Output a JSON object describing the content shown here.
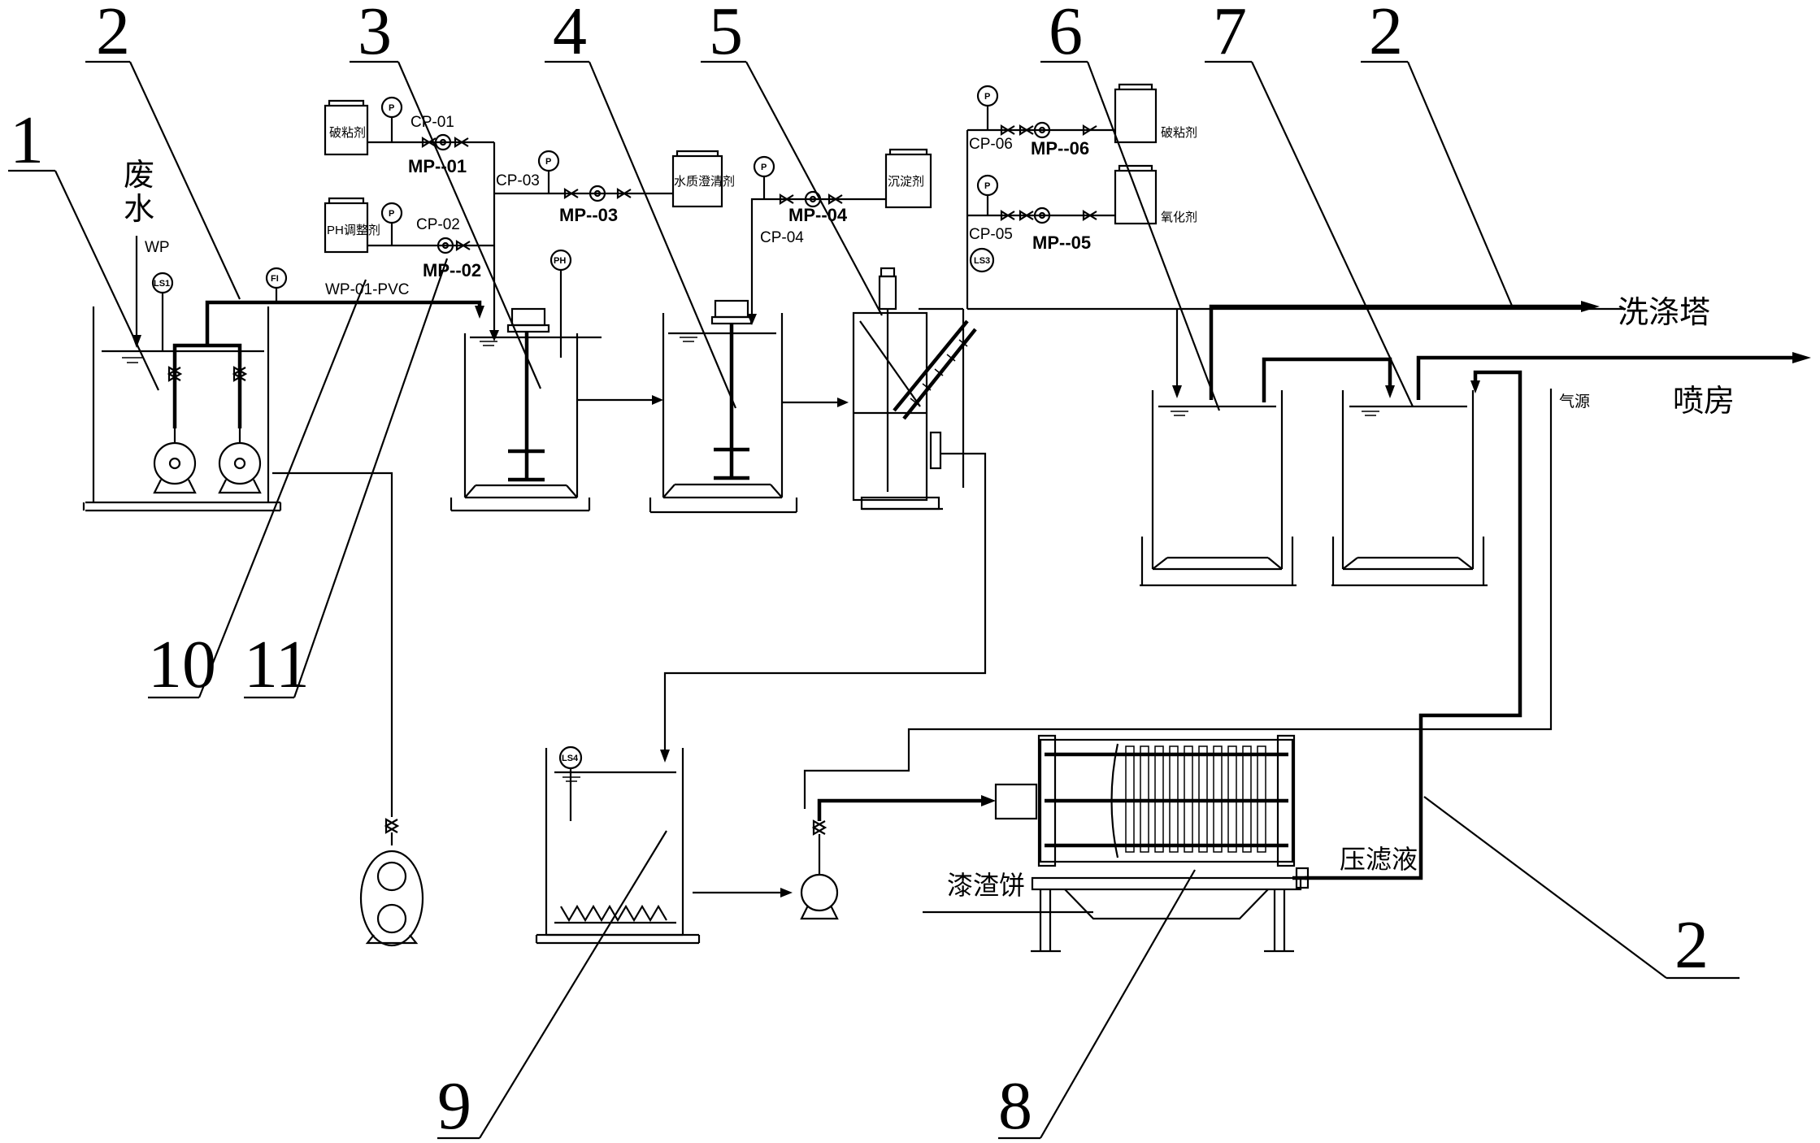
{
  "callouts": {
    "n1": "1",
    "n2a": "2",
    "n3": "3",
    "n4": "4",
    "n5": "5",
    "n6": "6",
    "n7": "7",
    "n2b": "2",
    "n2c": "2",
    "n8": "8",
    "n9": "9",
    "n10": "10",
    "n11": "11"
  },
  "labels": {
    "wastewater_1": "废",
    "wastewater_2": "水",
    "wp": "WP",
    "wp_pipe": "WP-01-PVC",
    "scrubber": "洗涤塔",
    "spray_booth": "喷房",
    "air_source": "气源",
    "filtrate": "压滤液",
    "paint_cake": "漆渣饼"
  },
  "dosing": {
    "cp01": "CP-01",
    "mp01": "MP--01",
    "cp02": "CP-02",
    "mp02": "MP--02",
    "cp03": "CP-03",
    "mp03": "MP--03",
    "cp04": "CP-04",
    "mp04": "MP--04",
    "cp05": "CP-05",
    "mp05": "MP--05",
    "cp06": "CP-06",
    "mp06": "MP--06"
  },
  "tanks": {
    "t_debond_1": "破粘剂",
    "t_ph": "PH调整剂",
    "t_clarifier": "水质澄清剂",
    "t_settler": "沉淀剂",
    "t_debond_2": "破粘剂",
    "t_oxidizer": "氧化剂"
  },
  "gauges": {
    "ls1": "LS1",
    "ls3": "LS3",
    "ls4": "LS4",
    "fi": "FI",
    "ph": "PH",
    "p": "P"
  }
}
